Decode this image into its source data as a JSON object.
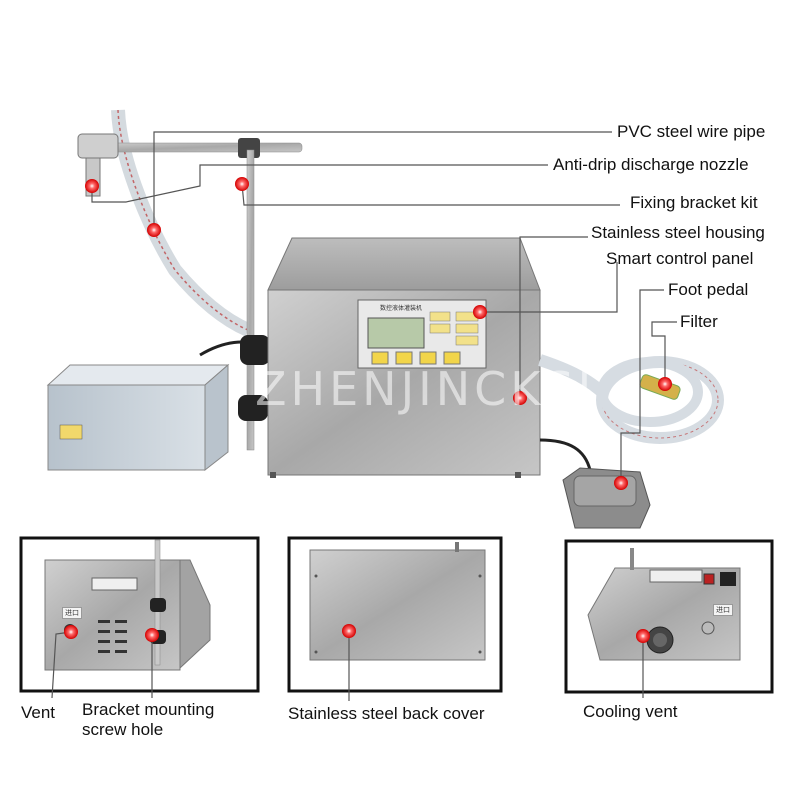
{
  "labels": {
    "pvc_pipe": "PVC steel wire pipe",
    "nozzle": "Anti-drip discharge nozzle",
    "bracket_kit": "Fixing bracket kit",
    "housing": "Stainless steel housing",
    "control_panel": "Smart control panel",
    "foot_pedal": "Foot pedal",
    "filter": "Filter",
    "vent": "Vent",
    "bracket_hole_line1": "Bracket mounting",
    "bracket_hole_line2": "screw hole",
    "back_cover": "Stainless steel back cover",
    "cooling_vent": "Cooling vent"
  },
  "watermark": "ZHENJINCKSJ",
  "panel_title": "数控液体灌装机",
  "inlet_tag": "进口",
  "colors": {
    "marker": "#e02020",
    "leader_line": "#555555",
    "steel": "#b9b9b9",
    "frame": "#111111"
  }
}
